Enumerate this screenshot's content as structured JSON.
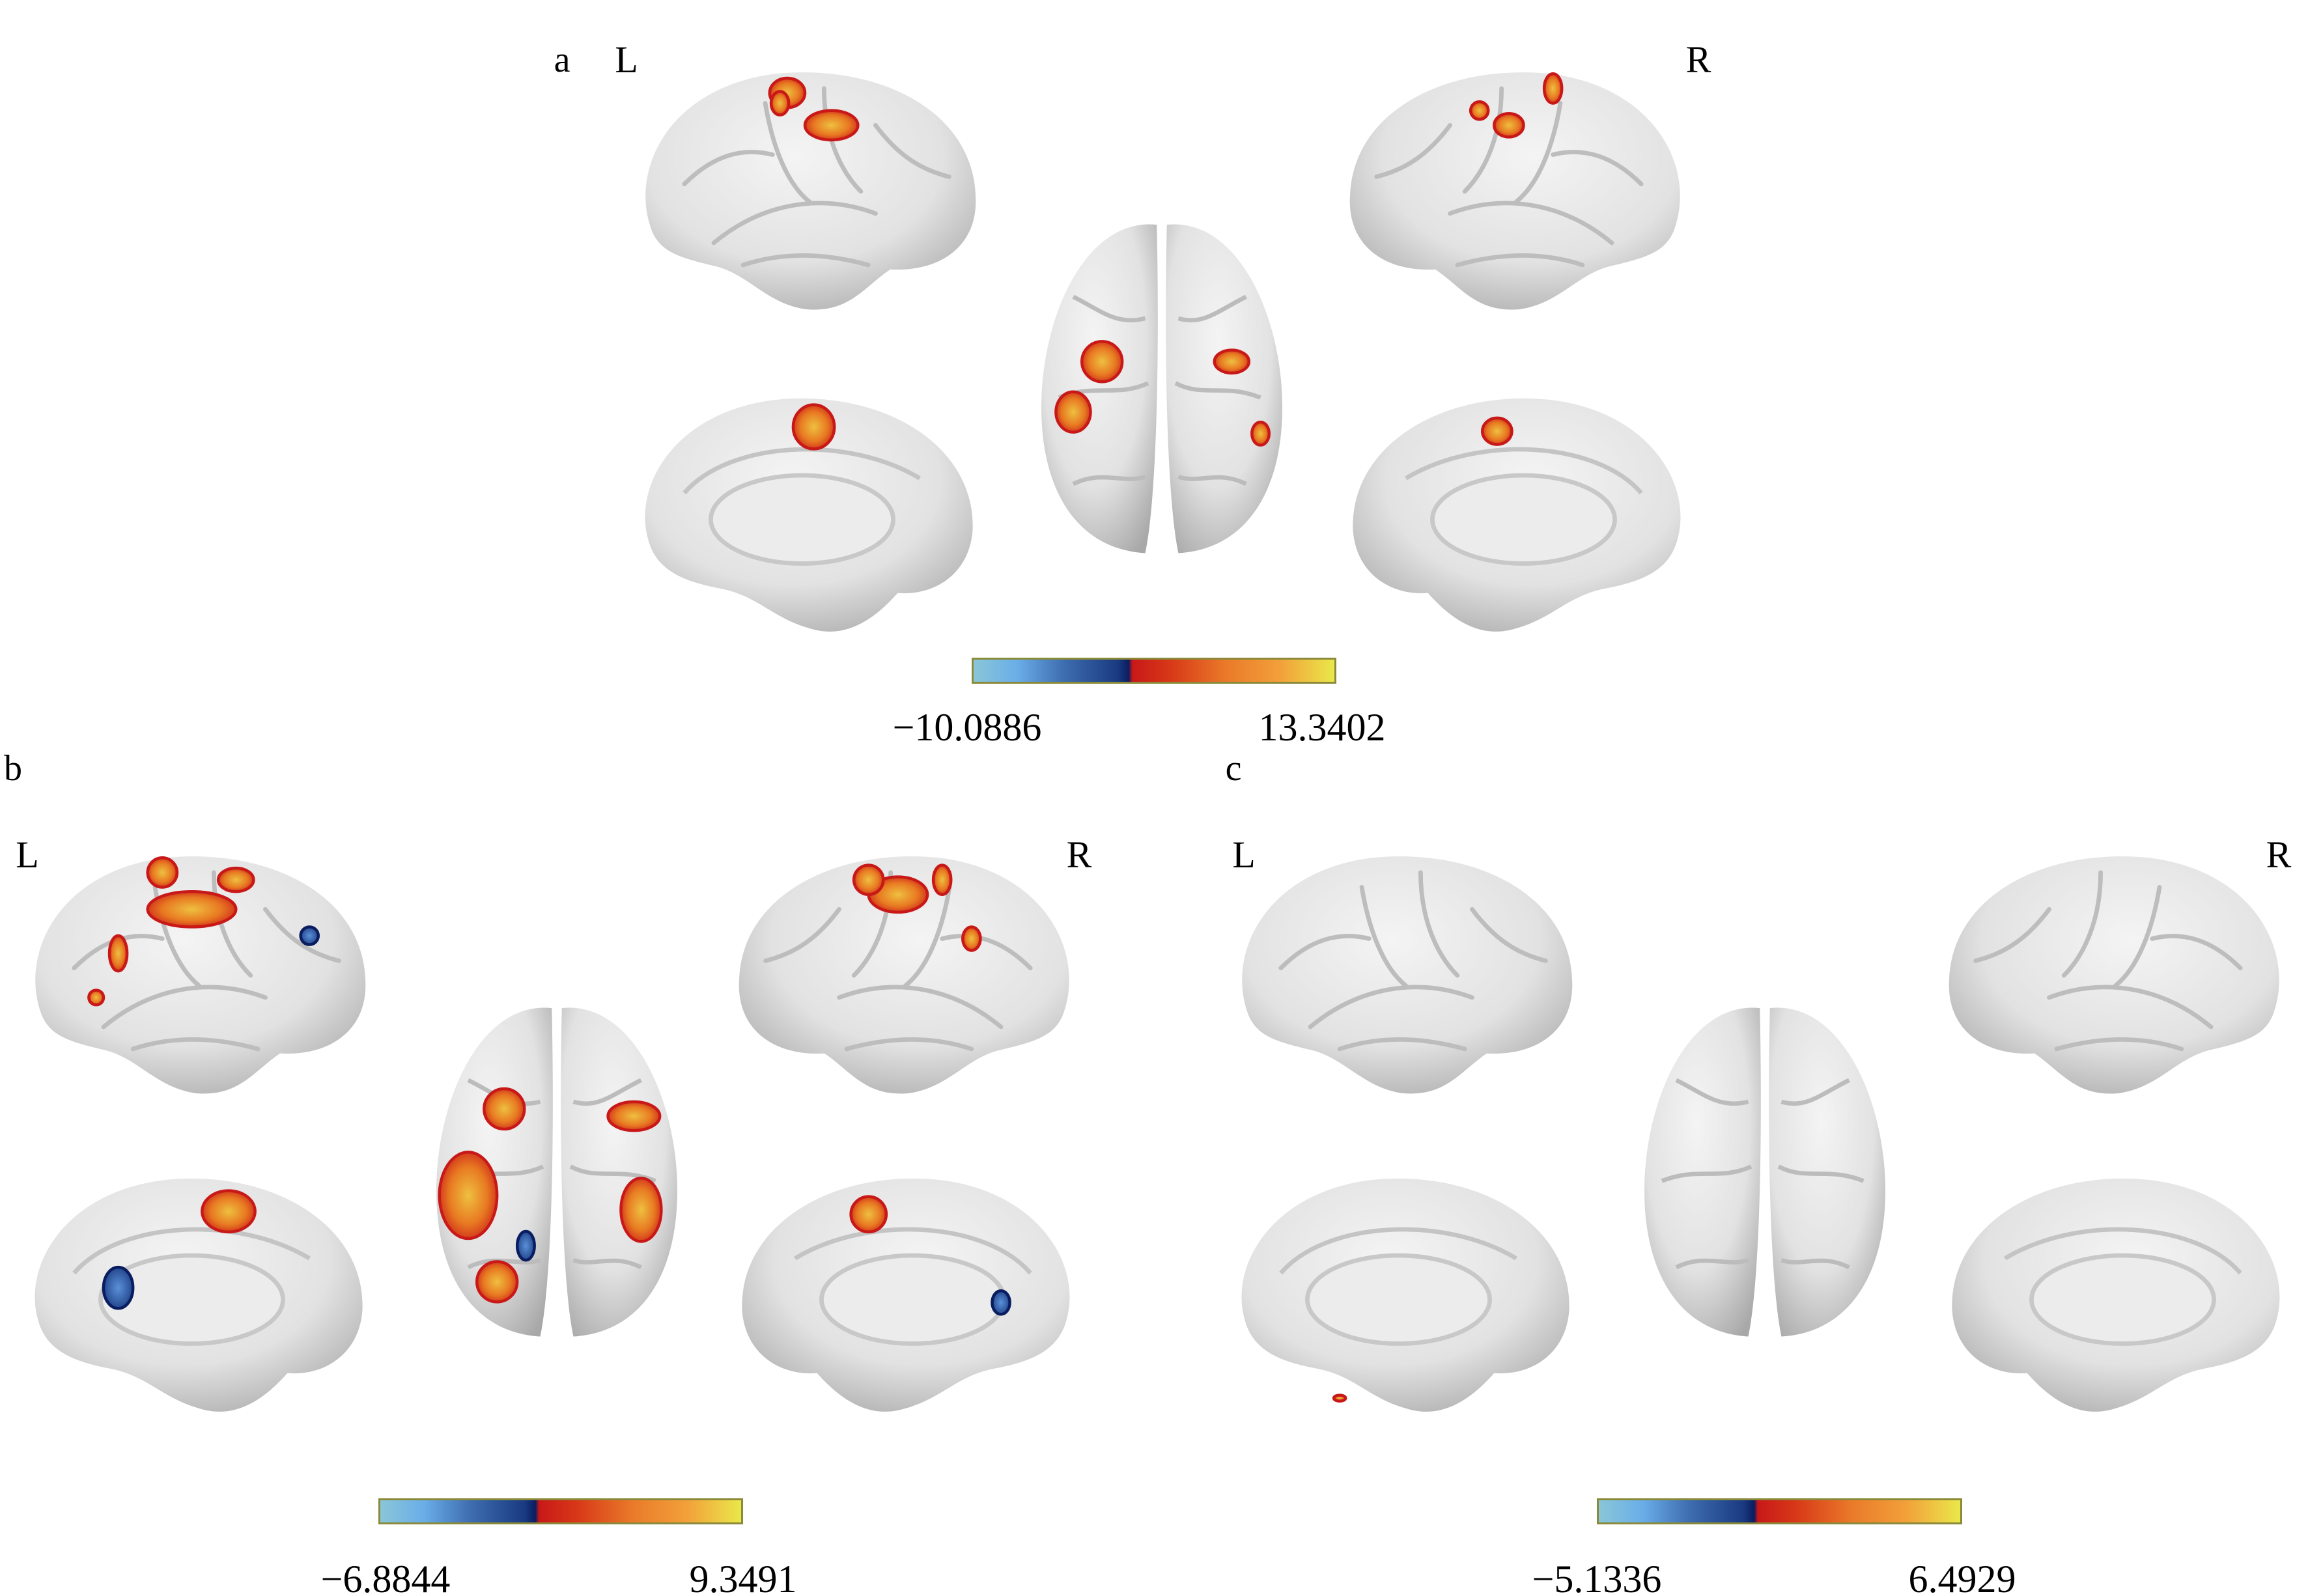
{
  "panels": [
    {
      "id": "a",
      "letter": "a",
      "left_label": "L",
      "right_label": "R",
      "colorbar": {
        "min_label": "−10.0886",
        "max_label": "13.3402",
        "min": -10.0886,
        "max": 13.3402
      }
    },
    {
      "id": "b",
      "letter": "b",
      "left_label": "L",
      "right_label": "R",
      "colorbar": {
        "min_label": "−6.8844",
        "max_label": "9.3491",
        "min": -6.8844,
        "max": 9.3491
      }
    },
    {
      "id": "c",
      "letter": "c",
      "left_label": "L",
      "right_label": "R",
      "colorbar": {
        "min_label": "−5.1336",
        "max_label": "6.4929",
        "min": -5.1336,
        "max": 6.4929
      }
    }
  ],
  "colors": {
    "positive_low": "#c81818",
    "positive_high": "#eae84a",
    "negative_low": "#0a1d60",
    "negative_high": "#8ac6d8",
    "surface": "#e6e6e6"
  }
}
